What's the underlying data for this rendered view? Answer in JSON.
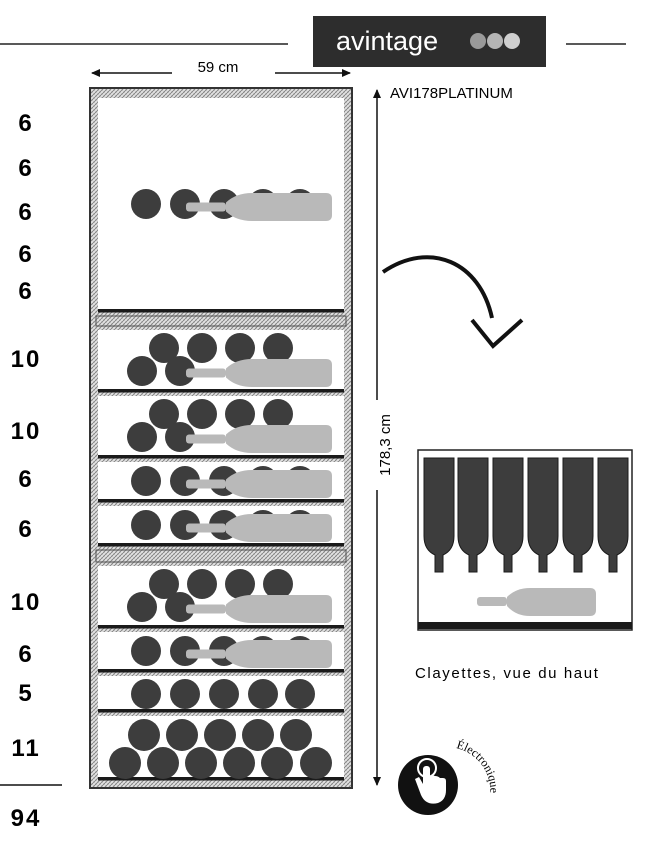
{
  "brand": {
    "name": "avintage",
    "bg": "#2d2d2d",
    "text": "#ffffff",
    "dot_colors": [
      "#9a9a9a",
      "#b5b5b5",
      "#cfcfcf"
    ]
  },
  "model": "AVI178PLATINUM",
  "width_label": "59 cm",
  "height_label": "178,3 cm",
  "shelf_counts": [
    "6",
    "6",
    "6",
    "6",
    "6",
    "10",
    "10",
    "6",
    "6",
    "10",
    "6",
    "5",
    "11"
  ],
  "total": "94",
  "top_view_caption": "Clayettes, vue du haut",
  "electronic_label": "Électronique",
  "colors": {
    "bottle_dark": "#3d3d3d",
    "bottle_light": "#b9b9b9",
    "frame": "#333333"
  }
}
